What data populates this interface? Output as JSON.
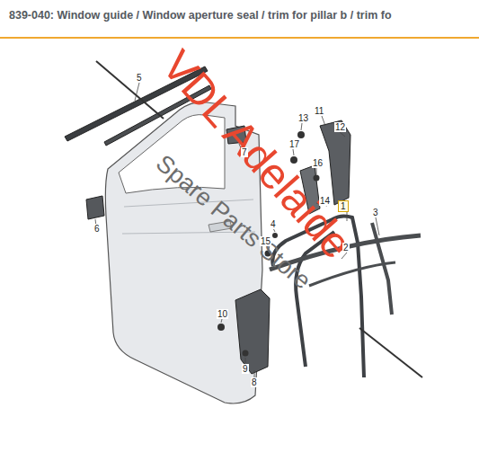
{
  "diagram": {
    "title": "839-040: Window guide / Window aperture seal / trim for pillar b / trim fo",
    "labels": [
      "VDL Adelaide",
      "Spare Parts Store",
      "5",
      "13",
      "11",
      "12",
      "7",
      "17",
      "16",
      "14",
      "1",
      "3",
      "6",
      "4",
      "15",
      "2",
      "10",
      "9",
      "8"
    ]
  }
}
